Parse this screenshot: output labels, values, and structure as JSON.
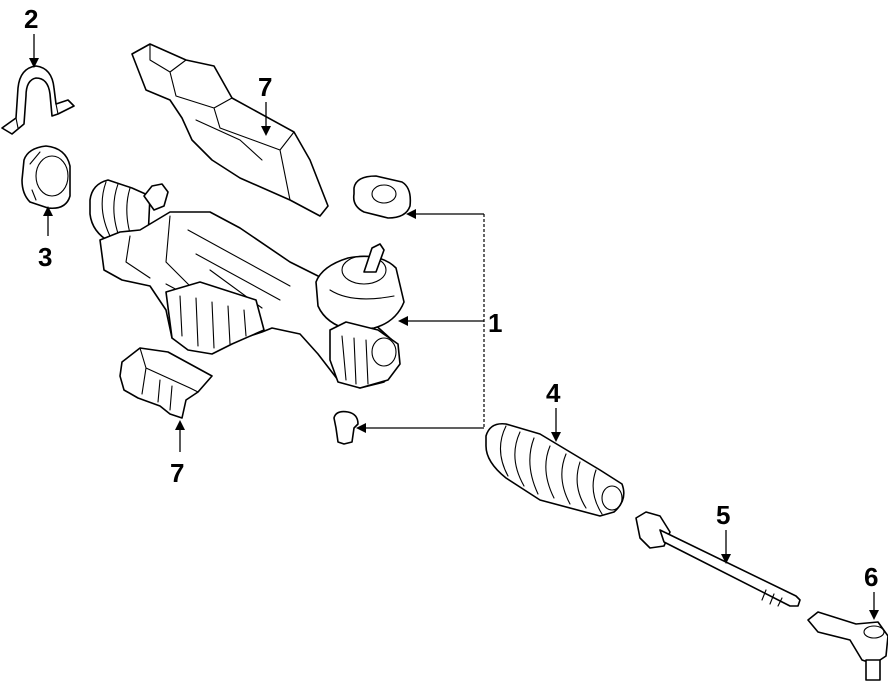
{
  "callouts": {
    "c1": "1",
    "c2": "2",
    "c3": "3",
    "c4": "4",
    "c5": "5",
    "c6": "6",
    "c7_upper": "7",
    "c7_lower": "7"
  },
  "colors": {
    "line": "#000000",
    "background": "#ffffff"
  }
}
